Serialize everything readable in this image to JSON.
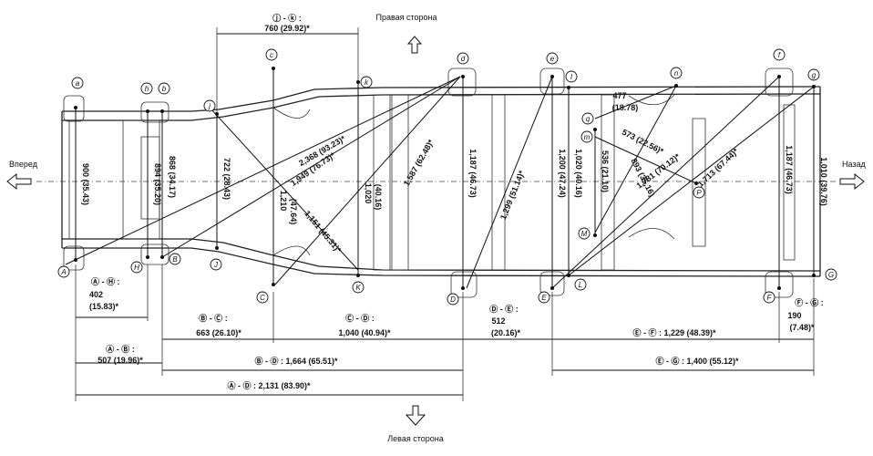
{
  "directions": {
    "top": "Правая сторона",
    "bottom": "Левая сторона",
    "left": "Вперед",
    "right": "Назад"
  },
  "points": {
    "a": "a",
    "b": "b",
    "c": "c",
    "d": "d",
    "e": "e",
    "f": "f",
    "g": "g",
    "h": "h",
    "j": "j",
    "k": "k",
    "l": "l",
    "m": "m",
    "n": "n",
    "q": "q",
    "A": "A",
    "B": "B",
    "C": "C",
    "D": "D",
    "E": "E",
    "F": "F",
    "G": "G",
    "H": "H",
    "J": "J",
    "K": "K",
    "L": "L",
    "M": "M",
    "P": "P"
  },
  "top_dims": {
    "jk_label": "ⓙ - ⓚ :",
    "jk_value": "760 (29.92)*"
  },
  "bottom_dims": {
    "AH_label": "Ⓐ - Ⓗ :",
    "AH_value": "402",
    "AH_inch": "(15.83)*",
    "BC_label": "Ⓑ - Ⓒ :",
    "BC_value": "663 (26.10)*",
    "CD": "Ⓒ - Ⓓ :",
    "CD_value": "1,040 (40.94)*",
    "DE_label": "Ⓓ - Ⓔ :",
    "DE_value": "512",
    "DE_inch": "(20.16)*",
    "EF": "Ⓔ - Ⓕ  :  1,229 (48.39)*",
    "FG_label": "Ⓕ - Ⓖ :",
    "FG_value": "190",
    "FG_inch": "(7.48)*",
    "AB_label": "Ⓐ - Ⓑ :",
    "AB_value": "507 (19.96)*",
    "BD": "Ⓑ - Ⓓ : 1,664 (65.51)*",
    "EG": "Ⓔ - Ⓖ : 1,400 (55.12)*",
    "AD": "Ⓐ - Ⓓ : 2,131 (83.90)*"
  },
  "vertical_dims": {
    "v900": "900 (35.43)",
    "v894": "894 (35.20)",
    "v868": "868 (34.17)",
    "v722": "722 (28.43)",
    "v1210a": "1,210",
    "v1210b": "(47.64)",
    "v1020a": "1,020",
    "v1020b": "(40.16)",
    "v1187a": "1,187 (46.73)",
    "v1200": "1,200 (47.24)",
    "v1020c": "1,020 (40.16)",
    "v536": "536 (21.10)",
    "v1187b": "1,187 (46.73)",
    "v1010": "1,010 (39.76)"
  },
  "diagonal_dims": {
    "d2368": "2,368 (93.23)*",
    "d1949": "1,949 (76.73)*",
    "d1151": "1,151 (45.31)*",
    "d1587": "1,587 (62.48)*",
    "d1299": "1,299 (51.14)*",
    "d477a": "477",
    "d477b": "(18.78)",
    "d573": "573 (22.56)*",
    "d893": "893 (35.16)",
    "d1713": "1,713 (67.44)*",
    "d1781": "1,781 (70.12)*"
  }
}
